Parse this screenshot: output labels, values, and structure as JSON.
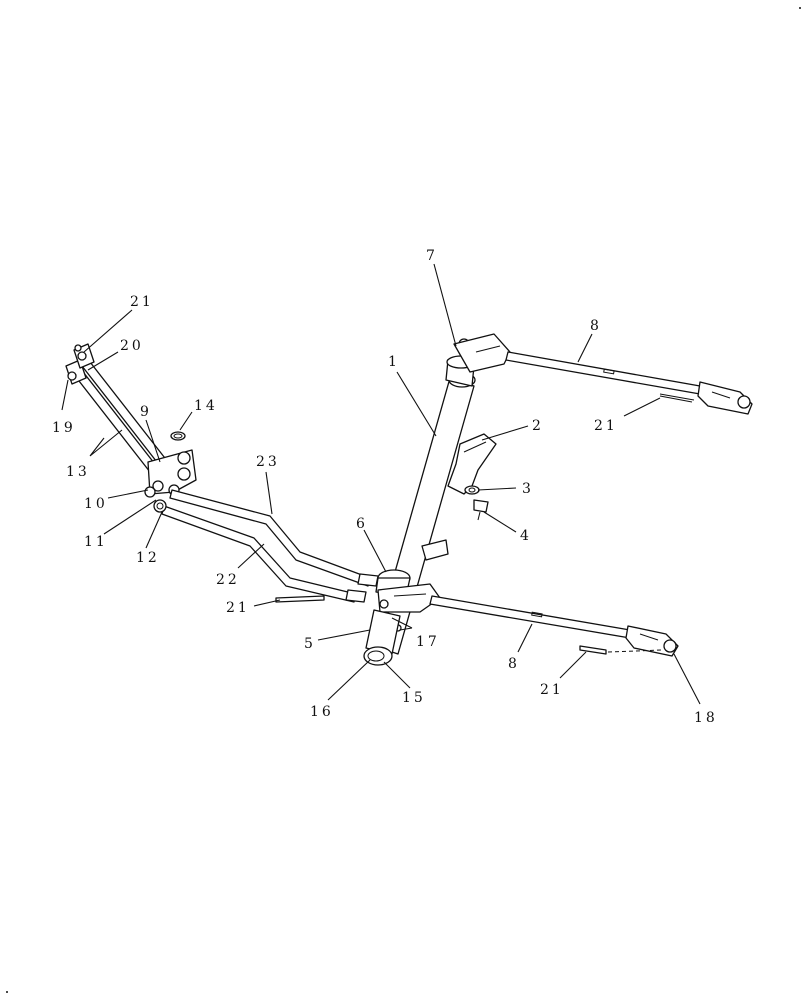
{
  "diagram": {
    "callouts": [
      {
        "id": "c1",
        "label": "1"
      },
      {
        "id": "c2",
        "label": "2"
      },
      {
        "id": "c3",
        "label": "3"
      },
      {
        "id": "c4",
        "label": "4"
      },
      {
        "id": "c5",
        "label": "5"
      },
      {
        "id": "c6",
        "label": "6"
      },
      {
        "id": "c7",
        "label": "7"
      },
      {
        "id": "c8a",
        "label": "8"
      },
      {
        "id": "c8b",
        "label": "8"
      },
      {
        "id": "c9",
        "label": "9"
      },
      {
        "id": "c10",
        "label": "10"
      },
      {
        "id": "c11",
        "label": "11"
      },
      {
        "id": "c12",
        "label": "12"
      },
      {
        "id": "c13",
        "label": "13"
      },
      {
        "id": "c14",
        "label": "14"
      },
      {
        "id": "c15",
        "label": "15"
      },
      {
        "id": "c16",
        "label": "16"
      },
      {
        "id": "c17",
        "label": "17"
      },
      {
        "id": "c18",
        "label": "18"
      },
      {
        "id": "c19",
        "label": "19"
      },
      {
        "id": "c20",
        "label": "20"
      },
      {
        "id": "c21a",
        "label": "21"
      },
      {
        "id": "c21b",
        "label": "21"
      },
      {
        "id": "c21c",
        "label": "21"
      },
      {
        "id": "c21d",
        "label": "21"
      },
      {
        "id": "c22",
        "label": "22"
      },
      {
        "id": "c23",
        "label": "23"
      }
    ]
  }
}
